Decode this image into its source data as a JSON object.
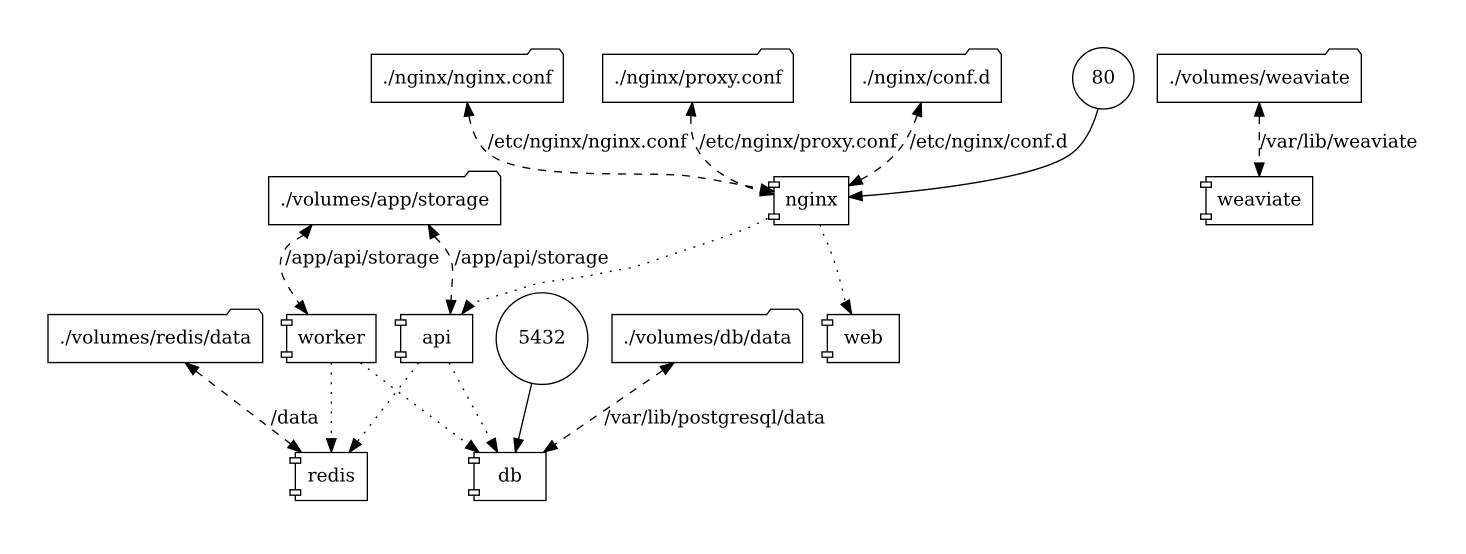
{
  "diagram": {
    "background_color": "#ffffff",
    "line_color": "#000000",
    "text_color": "#000000",
    "nodes": [
      {
        "id": "./nginx/nginx.conf",
        "label": "./nginx/nginx.conf",
        "shape": "folder",
        "type": "volume"
      },
      {
        "id": "./nginx/proxy.conf",
        "label": "./nginx/proxy.conf",
        "shape": "folder",
        "type": "volume"
      },
      {
        "id": "./nginx/conf.d",
        "label": "./nginx/conf.d",
        "shape": "folder",
        "type": "volume"
      },
      {
        "id": "80",
        "label": "80",
        "shape": "circle",
        "type": "port"
      },
      {
        "id": "./volumes/weaviate",
        "label": "./volumes/weaviate",
        "shape": "folder",
        "type": "volume"
      },
      {
        "id": "./volumes/app/storage",
        "label": "./volumes/app/storage",
        "shape": "folder",
        "type": "volume"
      },
      {
        "id": "nginx",
        "label": "nginx",
        "shape": "component",
        "type": "service"
      },
      {
        "id": "weaviate",
        "label": "weaviate",
        "shape": "component",
        "type": "service"
      },
      {
        "id": "./volumes/redis/data",
        "label": "./volumes/redis/data",
        "shape": "folder",
        "type": "volume"
      },
      {
        "id": "worker",
        "label": "worker",
        "shape": "component",
        "type": "service"
      },
      {
        "id": "api",
        "label": "api",
        "shape": "component",
        "type": "service"
      },
      {
        "id": "5432",
        "label": "5432",
        "shape": "circle",
        "type": "port"
      },
      {
        "id": "./volumes/db/data",
        "label": "./volumes/db/data",
        "shape": "folder",
        "type": "volume"
      },
      {
        "id": "web",
        "label": "web",
        "shape": "component",
        "type": "service"
      },
      {
        "id": "redis",
        "label": "redis",
        "shape": "component",
        "type": "service"
      },
      {
        "id": "db",
        "label": "db",
        "shape": "component",
        "type": "service"
      }
    ],
    "edges": [
      {
        "source": "./nginx/nginx.conf",
        "target": "nginx",
        "style": "dashed",
        "direction": "both",
        "label": "/etc/nginx/nginx.conf"
      },
      {
        "source": "./nginx/proxy.conf",
        "target": "nginx",
        "style": "dashed",
        "direction": "both",
        "label": "/etc/nginx/proxy.conf"
      },
      {
        "source": "./nginx/conf.d",
        "target": "nginx",
        "style": "dashed",
        "direction": "both",
        "label": "/etc/nginx/conf.d"
      },
      {
        "source": "80",
        "target": "nginx",
        "style": "solid",
        "direction": "forward"
      },
      {
        "source": "./volumes/weaviate",
        "target": "weaviate",
        "style": "dashed",
        "direction": "both",
        "label": "/var/lib/weaviate"
      },
      {
        "source": "./volumes/app/storage",
        "target": "worker",
        "style": "dashed",
        "direction": "both",
        "label": "/app/api/storage"
      },
      {
        "source": "./volumes/app/storage",
        "target": "api",
        "style": "dashed",
        "direction": "both",
        "label": "/app/api/storage"
      },
      {
        "source": "nginx",
        "target": "api",
        "style": "dotted",
        "direction": "forward"
      },
      {
        "source": "nginx",
        "target": "web",
        "style": "dotted",
        "direction": "forward"
      },
      {
        "source": "./volumes/redis/data",
        "target": "redis",
        "style": "dashed",
        "direction": "both",
        "label": "/data"
      },
      {
        "source": "worker",
        "target": "redis",
        "style": "dotted",
        "direction": "forward"
      },
      {
        "source": "worker",
        "target": "db",
        "style": "dotted",
        "direction": "forward"
      },
      {
        "source": "api",
        "target": "redis",
        "style": "dotted",
        "direction": "forward"
      },
      {
        "source": "api",
        "target": "db",
        "style": "dotted",
        "direction": "forward"
      },
      {
        "source": "5432",
        "target": "db",
        "style": "solid",
        "direction": "forward"
      },
      {
        "source": "./volumes/db/data",
        "target": "db",
        "style": "dashed",
        "direction": "both",
        "label": "/var/lib/postgresql/data"
      }
    ]
  }
}
